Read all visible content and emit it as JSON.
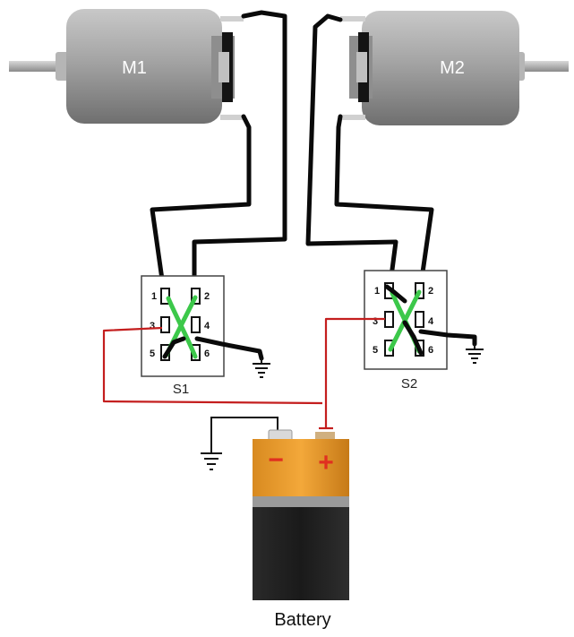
{
  "motors": [
    {
      "id": "m1",
      "label": "M1"
    },
    {
      "id": "m2",
      "label": "M2"
    }
  ],
  "switches": [
    {
      "id": "s1",
      "label": "S1",
      "pins": [
        "1",
        "2",
        "3",
        "4",
        "5",
        "6"
      ]
    },
    {
      "id": "s2",
      "label": "S2",
      "pins": [
        "1",
        "2",
        "3",
        "4",
        "5",
        "6"
      ]
    }
  ],
  "battery": {
    "label": "Battery",
    "negative_symbol": "−",
    "positive_symbol": "+"
  },
  "colors": {
    "wire": "#0a0a0a",
    "supply_wire": "#c41e1e",
    "bridge": "#3cc84a",
    "motor_body": "#9d9d9d",
    "battery_top": "#f0a030",
    "battery_bottom": "#1e1e1e"
  }
}
